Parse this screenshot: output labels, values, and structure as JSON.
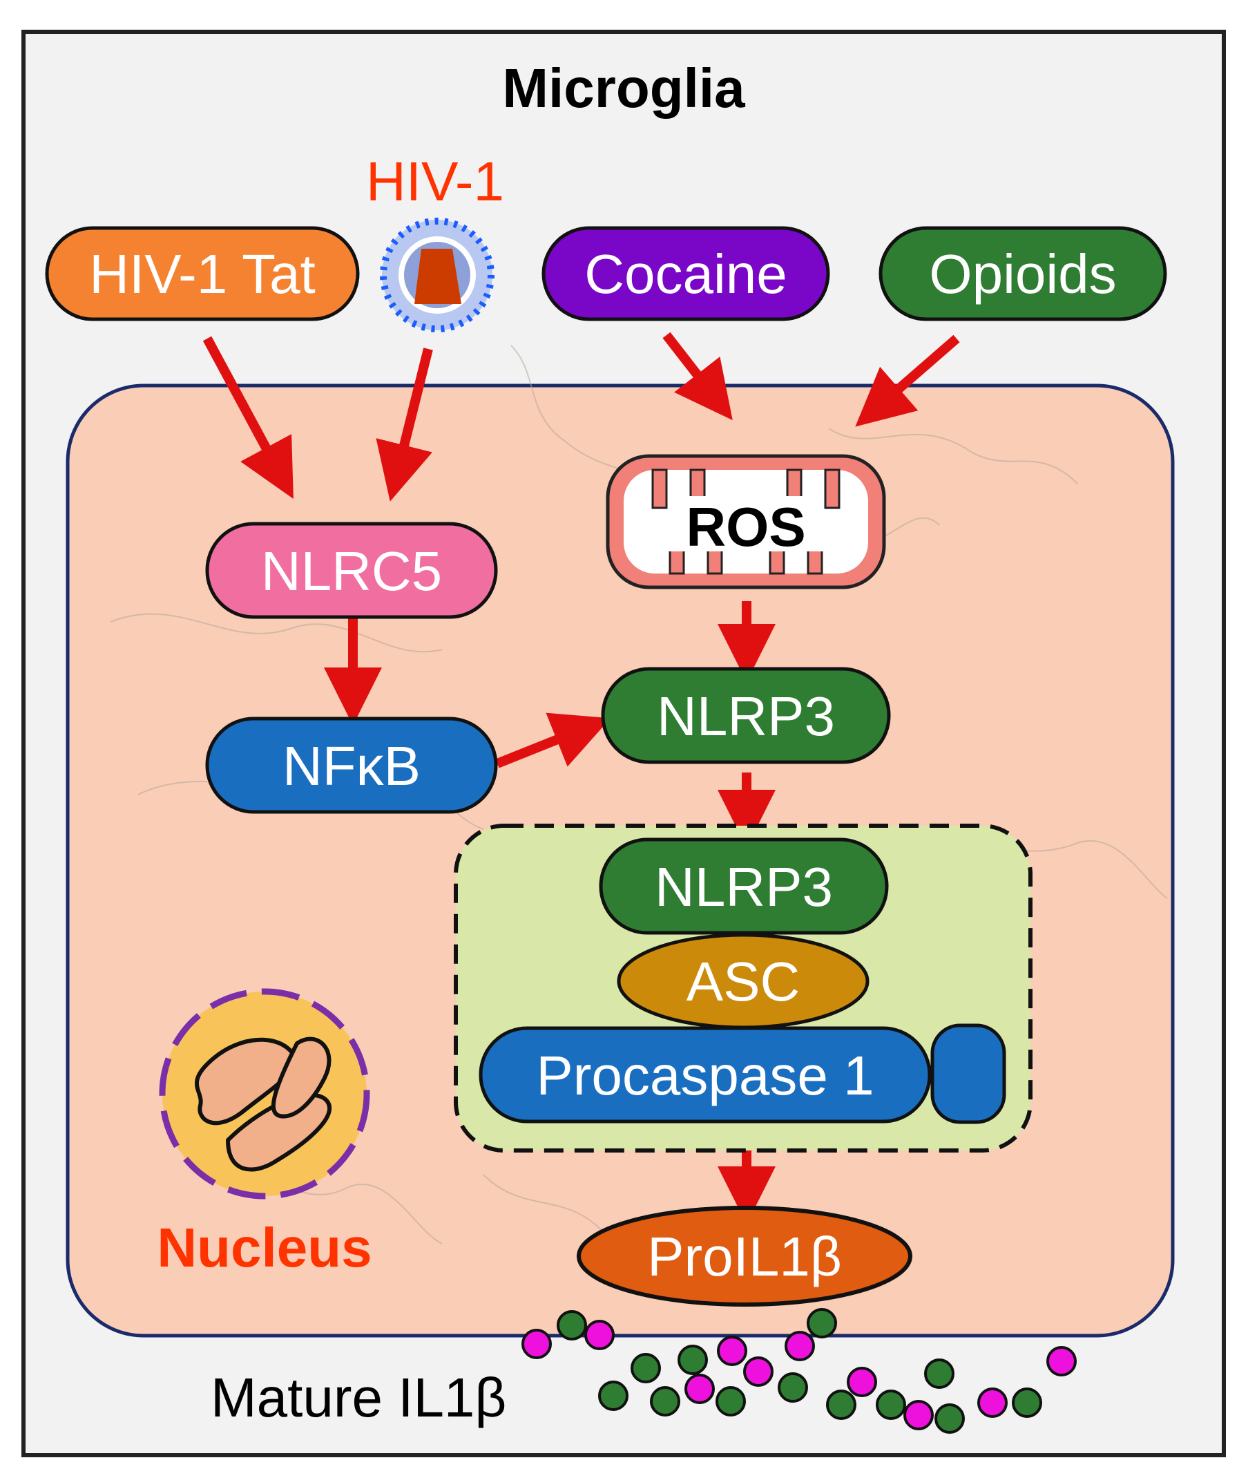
{
  "title": "Microglia",
  "virus_label": "HIV-1",
  "nodes": {
    "tat": "HIV-1 Tat",
    "cocaine": "Cocaine",
    "opioids": "Opioids",
    "nlrc5": "NLRC5",
    "nfkb": "NFκB",
    "ros": "ROS",
    "nlrp3": "NLRP3",
    "complex_nlrp3": "NLRP3",
    "asc": "ASC",
    "procaspase": "Procaspase 1",
    "proil1b": "ProIL1β"
  },
  "nucleus_label": "Nucleus",
  "output_label": "Mature IL1β",
  "colors": {
    "red_arrow": "#e01010",
    "tat": "#f58230",
    "cocaine": "#7a06c8",
    "opioids": "#2e7d32",
    "nlrc5": "#f06ea0",
    "nfkb": "#1a6ec0",
    "nlrp3": "#2e7d32",
    "asc": "#cc8a0a",
    "procaspase": "#1a6ec0",
    "proil1b": "#e05c10",
    "cell": "#f9cdb6",
    "complex_bg": "#d9e8a8",
    "nucleus": "#f8c45a",
    "nucleus_label": "#ff3300",
    "virus_label": "#ff3300",
    "il1b_magenta": "#ee10dd",
    "il1b_green": "#2e7d32"
  }
}
